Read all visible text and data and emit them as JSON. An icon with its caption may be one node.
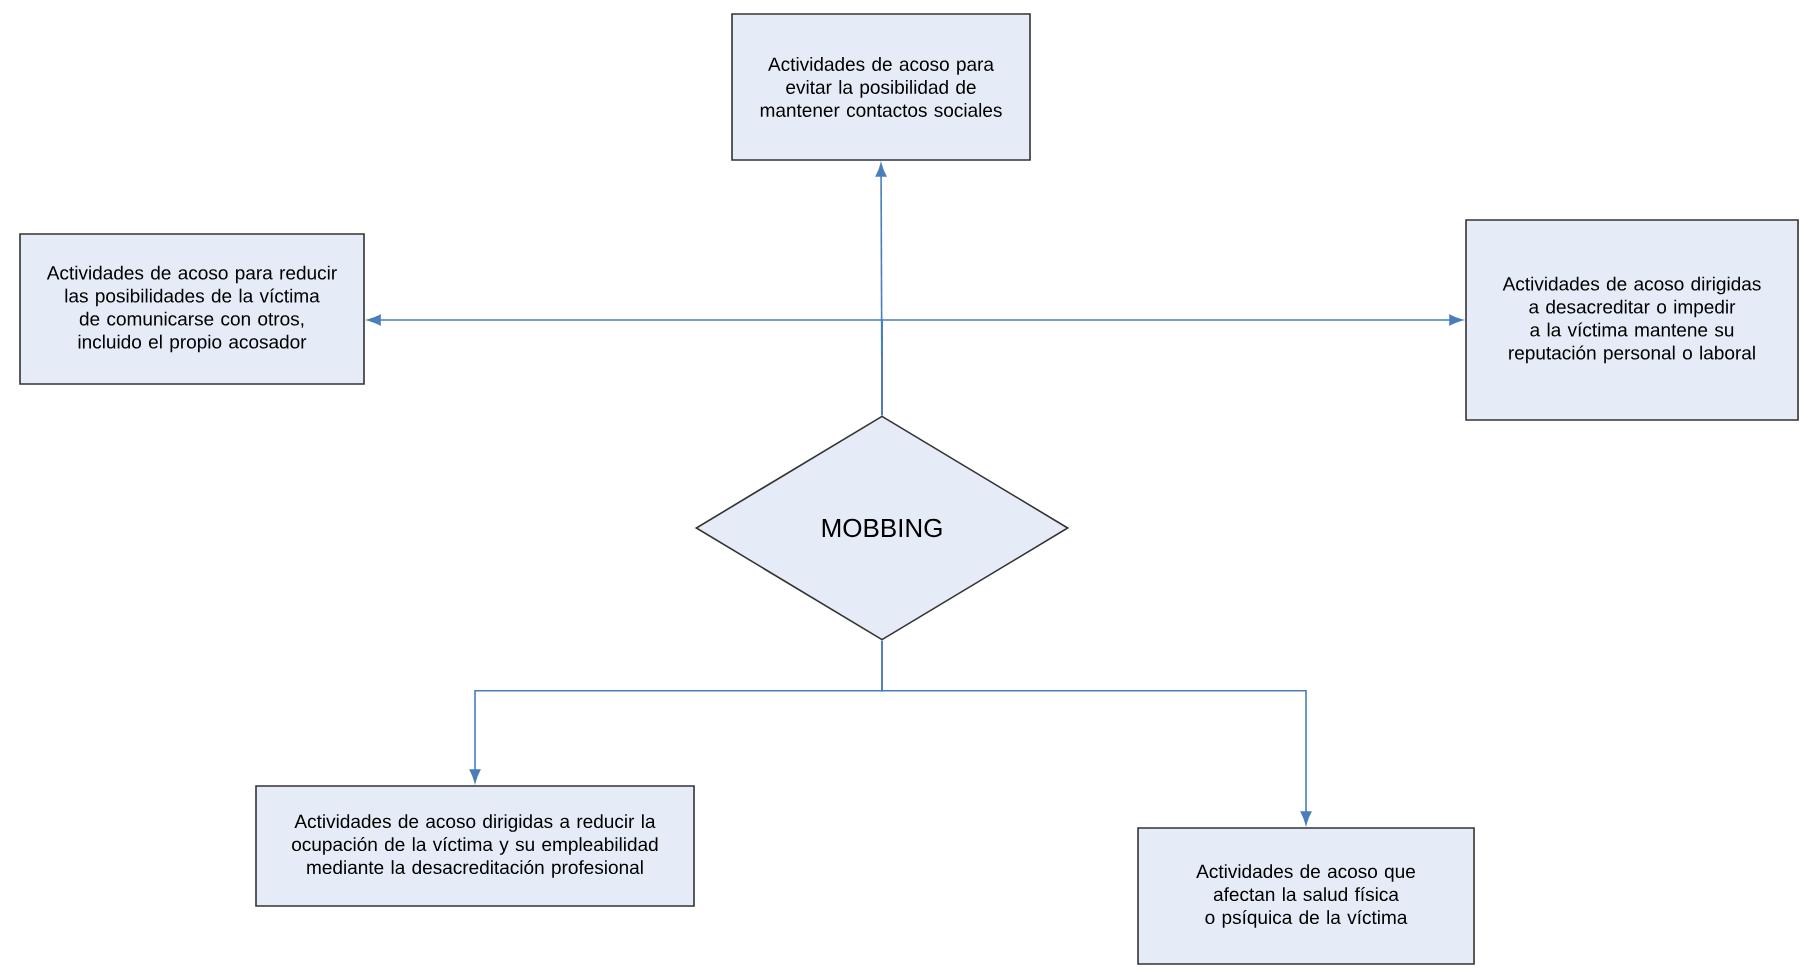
{
  "diagram": {
    "nodes": [
      {
        "text": [
          "MOBBING"
        ]
      },
      {
        "text": [
          "Actividades de acoso para evitar la posibilidad de mantener contactos sociales"
        ]
      },
      {
        "text": [
          "Actividades de acoso para reducir las posibilidades de la víctima de comunicarse con otros, incluido el propio acosador"
        ]
      },
      {
        "text": [
          "Actividades de acoso dirigidas a desacreditar o impedir a la víctima mantene su reputación personal o laboral"
        ]
      },
      {
        "text": [
          "Actividades de acoso dirigidas a reducir la ocupación de la víctima y su empleabilidad mediante la desacreditación profesional"
        ]
      },
      {
        "text": [
          "Actividades de acoso que afectan la salud física o psíquica de la víctima"
        ]
      }
    ],
    "edges": [
      {
        "from": 0,
        "to": 1,
        "arrow": "to"
      },
      {
        "from": 0,
        "to": 2,
        "arrow": "to"
      },
      {
        "from": 0,
        "to": 3,
        "arrow": "to"
      },
      {
        "from": 0,
        "to": 4,
        "arrow": "to"
      },
      {
        "from": 0,
        "to": 5,
        "arrow": "to"
      }
    ]
  }
}
